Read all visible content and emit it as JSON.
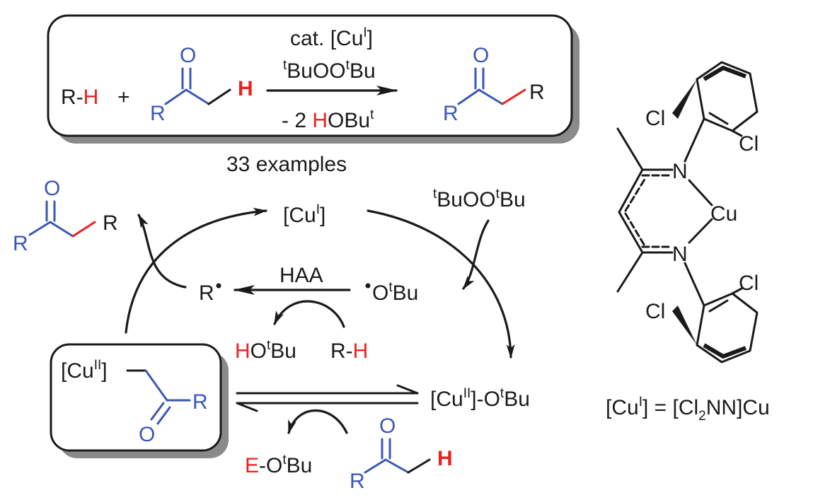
{
  "top_box": {
    "reactant1_r": "R-",
    "reactant1_h": "H",
    "plus": "+",
    "ketone_o": "O",
    "ketone_r": "R",
    "ketone_h": "H",
    "cond1_pre": "cat. [Cu",
    "cond1_sup": "I",
    "cond1_post": "]",
    "cond2_sup1": "t",
    "cond2_mid": "BuOO",
    "cond2_sup2": "t",
    "cond2_end": "Bu",
    "cond3_pre": "- 2 ",
    "cond3_h": "H",
    "cond3_mid": "OBu",
    "cond3_sup": "t",
    "product_o": "O",
    "product_r1": "R",
    "product_r2": "R"
  },
  "examples": "33 examples",
  "cycle": {
    "product_o": "O",
    "product_r1": "R",
    "product_r2": "R",
    "cu1_pre": "[Cu",
    "cu1_sup": "I",
    "cu1_post": "]",
    "peroxide_sup1": "t",
    "peroxide_mid": "BuOO",
    "peroxide_sup2": "t",
    "peroxide_end": "Bu",
    "radical_r": "R",
    "haa": "HAA",
    "otbu_o": "O",
    "otbu_sup": "t",
    "otbu_bu": "Bu",
    "hotbu_h": "H",
    "hotbu_o": "O",
    "hotbu_sup": "t",
    "hotbu_bu": "Bu",
    "rh_r": "R-",
    "rh_h": "H",
    "enolate_cu_pre": "[Cu",
    "enolate_cu_sup": "II",
    "enolate_cu_post": "]",
    "enolate_r": "R",
    "enolate_o": "O",
    "cu2_pre": "[Cu",
    "cu2_sup": "II",
    "cu2_post": "]-O",
    "cu2_sup2": "t",
    "cu2_bu": "Bu",
    "eotbu_e": "E",
    "eotbu_o": "-O",
    "eotbu_sup": "t",
    "eotbu_bu": "Bu",
    "ketone_o": "O",
    "ketone_r": "R",
    "ketone_h": "H"
  },
  "ligand": {
    "cl1": "Cl",
    "cl2": "Cl",
    "cl3": "Cl",
    "cl4": "Cl",
    "n1": "N",
    "n2": "N",
    "cu": "Cu"
  },
  "definition": {
    "pre": "[Cu",
    "sup": "I",
    "mid": "] = [Cl",
    "sub": "2",
    "post": "NN]Cu"
  }
}
